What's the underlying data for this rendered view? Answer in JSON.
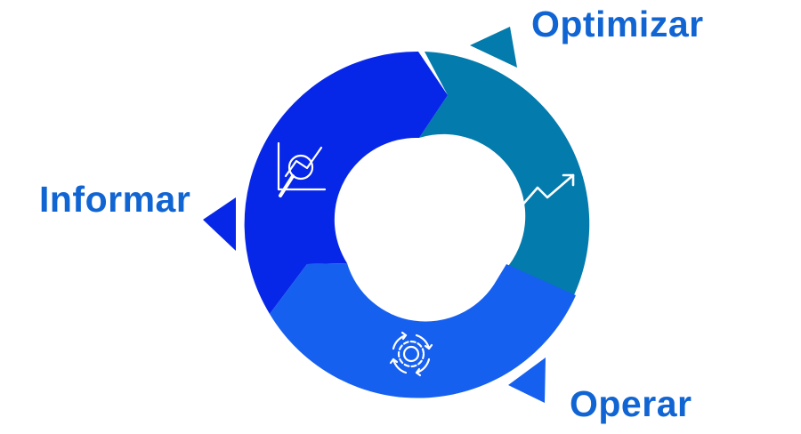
{
  "stages": [
    {
      "id": "informar",
      "label": "Informar",
      "color": "#0727E8",
      "icon": "chart-magnifier-icon"
    },
    {
      "id": "optimizar",
      "label": "Optimizar",
      "color": "#037BAC",
      "icon": "trend-up-arrow-icon"
    },
    {
      "id": "operar",
      "label": "Operar",
      "color": "#1660F0",
      "icon": "gear-cycle-icon"
    }
  ],
  "colors": {
    "label_text": "#1165D3",
    "background": "#FFFFFF",
    "icon_stroke": "#FFFFFF"
  }
}
